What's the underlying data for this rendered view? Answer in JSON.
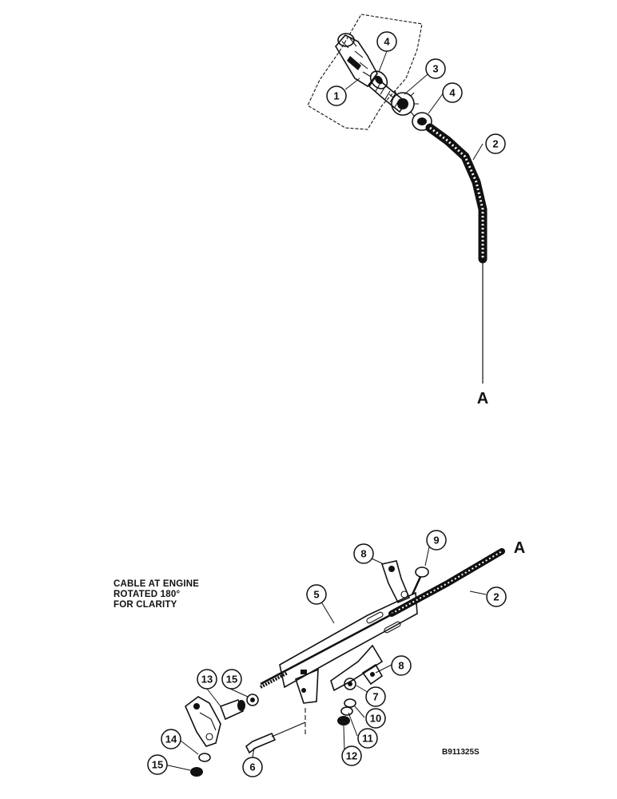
{
  "callouts_top": [
    "1",
    "2",
    "3",
    "4",
    "4"
  ],
  "callouts_bottom": [
    "5",
    "2",
    "6",
    "7",
    "8",
    "8",
    "9",
    "10",
    "11",
    "12",
    "13",
    "14",
    "15",
    "15"
  ],
  "ref_top": "A",
  "ref_bottom": "A",
  "note": [
    "CABLE AT ENGINE",
    "ROTATED 180°",
    "FOR CLARITY"
  ],
  "figure_code": "B911325S"
}
